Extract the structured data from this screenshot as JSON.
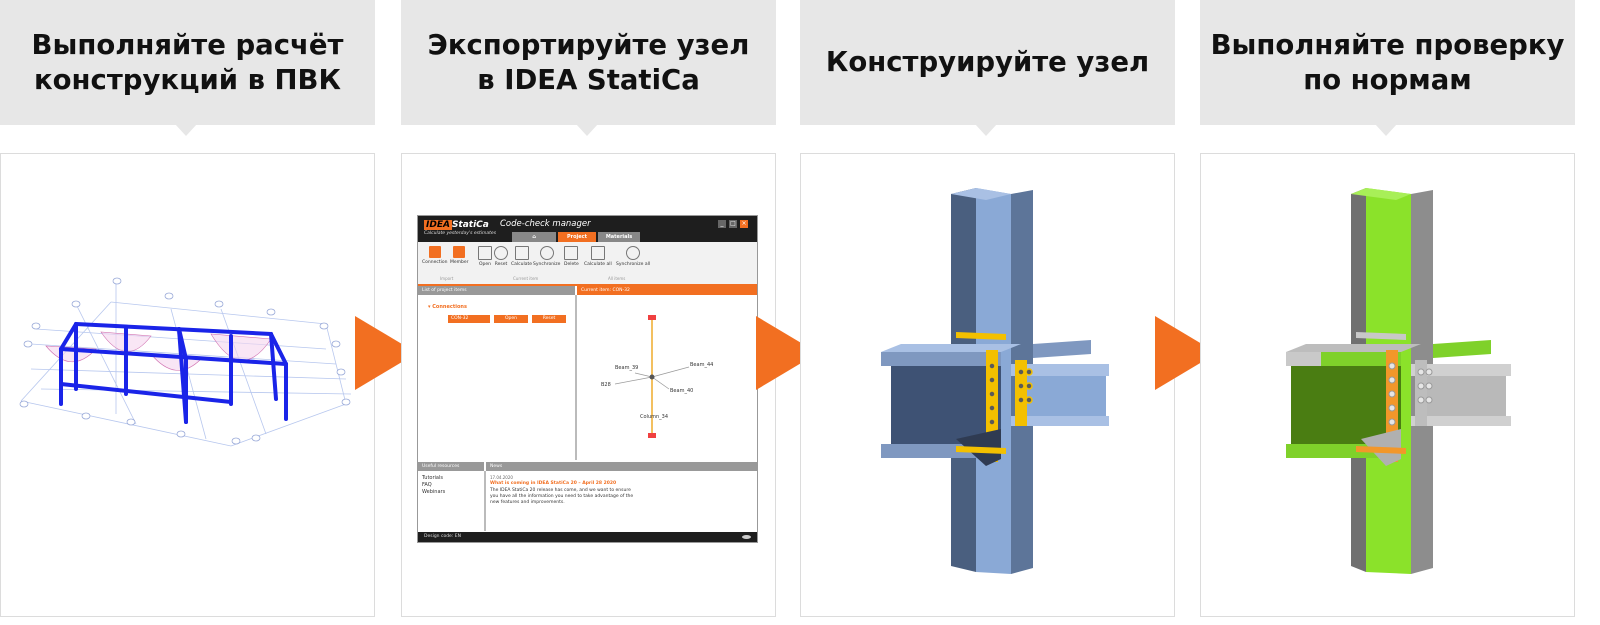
{
  "steps": [
    {
      "title": "Выполняйте расчёт\nконструкций в ПВК"
    },
    {
      "title": "Экспортируйте узел\nв IDEA StatiCa"
    },
    {
      "title": "Конструируйте узел"
    },
    {
      "title": "Выполняйте проверку\nпо нормам"
    }
  ],
  "colors": {
    "accent": "#f26f21",
    "header_bg": "#e7e7e7",
    "steel_blue": "#8aa9d6",
    "check_green": "#8be22a"
  },
  "app": {
    "logo_box": "IDEA",
    "logo_rest": "StatiCa",
    "tagline": "Calculate yesterday's estimates",
    "window_title": "Code-check manager",
    "tabs": [
      "Project",
      "Materials"
    ],
    "ribbon_buttons": [
      "Connection",
      "Member",
      "Open",
      "Reset",
      "Calculate",
      "Synchronize",
      "Delete",
      "Calculate all",
      "Synchronize all"
    ],
    "ribbon_groups": [
      "Import",
      "Current item",
      "All items"
    ],
    "left_pane_title": "List of project items",
    "tree_group": "Connections",
    "item_name": "CON-32",
    "item_buttons": [
      "Open",
      "Reset"
    ],
    "right_pane_title": "Current item: CON-32",
    "members": [
      "Beam_39",
      "Beam_44",
      "B28",
      "Beam_40",
      "Column_34"
    ],
    "resources_title": "Useful resources",
    "resources": [
      "Tutorials",
      "FAQ",
      "Webinars"
    ],
    "news_title": "News",
    "news_date": "17.04.2020",
    "news_headline": "What is coming in IDEA StatiCa 20 – April 28 2020",
    "news_body": "The IDEA StatiCa 20 release has come, and we want to ensure you have all the information you need to take advantage of the new features and improvements.",
    "status": "Design code: EN"
  }
}
